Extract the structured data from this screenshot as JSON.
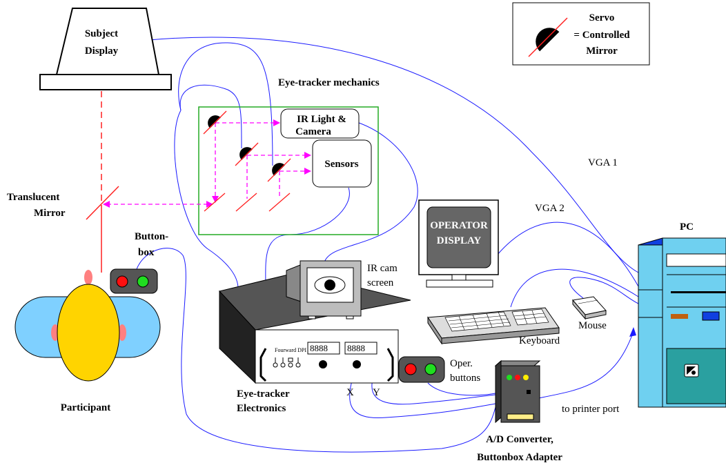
{
  "labels": {
    "subject_display_line1": "Subject",
    "subject_display_line2": "Display",
    "legend_line1": "Servo",
    "legend_line2": "= Controlled",
    "legend_line3": "Mirror",
    "eyetracker_mechanics": "Eye-tracker mechanics",
    "ir_light_line1": "IR Light &",
    "ir_light_line2": "Camera",
    "sensors": "Sensors",
    "translucent_line1": "Translucent",
    "translucent_line2": "Mirror",
    "buttonbox_line1": "Button-",
    "buttonbox_line2": "box",
    "participant": "Participant",
    "ir_cam_line1": "IR cam",
    "ir_cam_line2": "screen",
    "fourward": "Fourward DPI",
    "eyetracker_elec_line1": "Eye-tracker",
    "eyetracker_elec_line2": "Electronics",
    "x_out": "X",
    "y_out": "Y",
    "oper_line1": "Oper.",
    "oper_line2": "buttons",
    "operator_line1": "OPERATOR",
    "operator_line2": "DISPLAY",
    "vga1": "VGA 1",
    "vga2": "VGA 2",
    "pc": "PC",
    "mouse": "Mouse",
    "keyboard": "Keyboard",
    "printer_port": "to printer port",
    "ad_line1": "A/D Converter,",
    "ad_line2": "Buttonbox Adapter"
  },
  "colors": {
    "cable": "#1a1aff",
    "laser": "#ff2020",
    "mirror_path": "#ff00ff",
    "mechanics_box": "#22aa22",
    "head": "#ffd400",
    "body": "#7fd0ff",
    "pc_front": "#6fd0f0",
    "pc_side": "#1040e0",
    "box_dark": "#555555",
    "led_red": "#ff1010",
    "led_green": "#20dd20"
  },
  "icons": [
    "servo-mirror-icon",
    "eye-icon",
    "computer-tower-icon",
    "mouse-icon",
    "keyboard-icon"
  ]
}
